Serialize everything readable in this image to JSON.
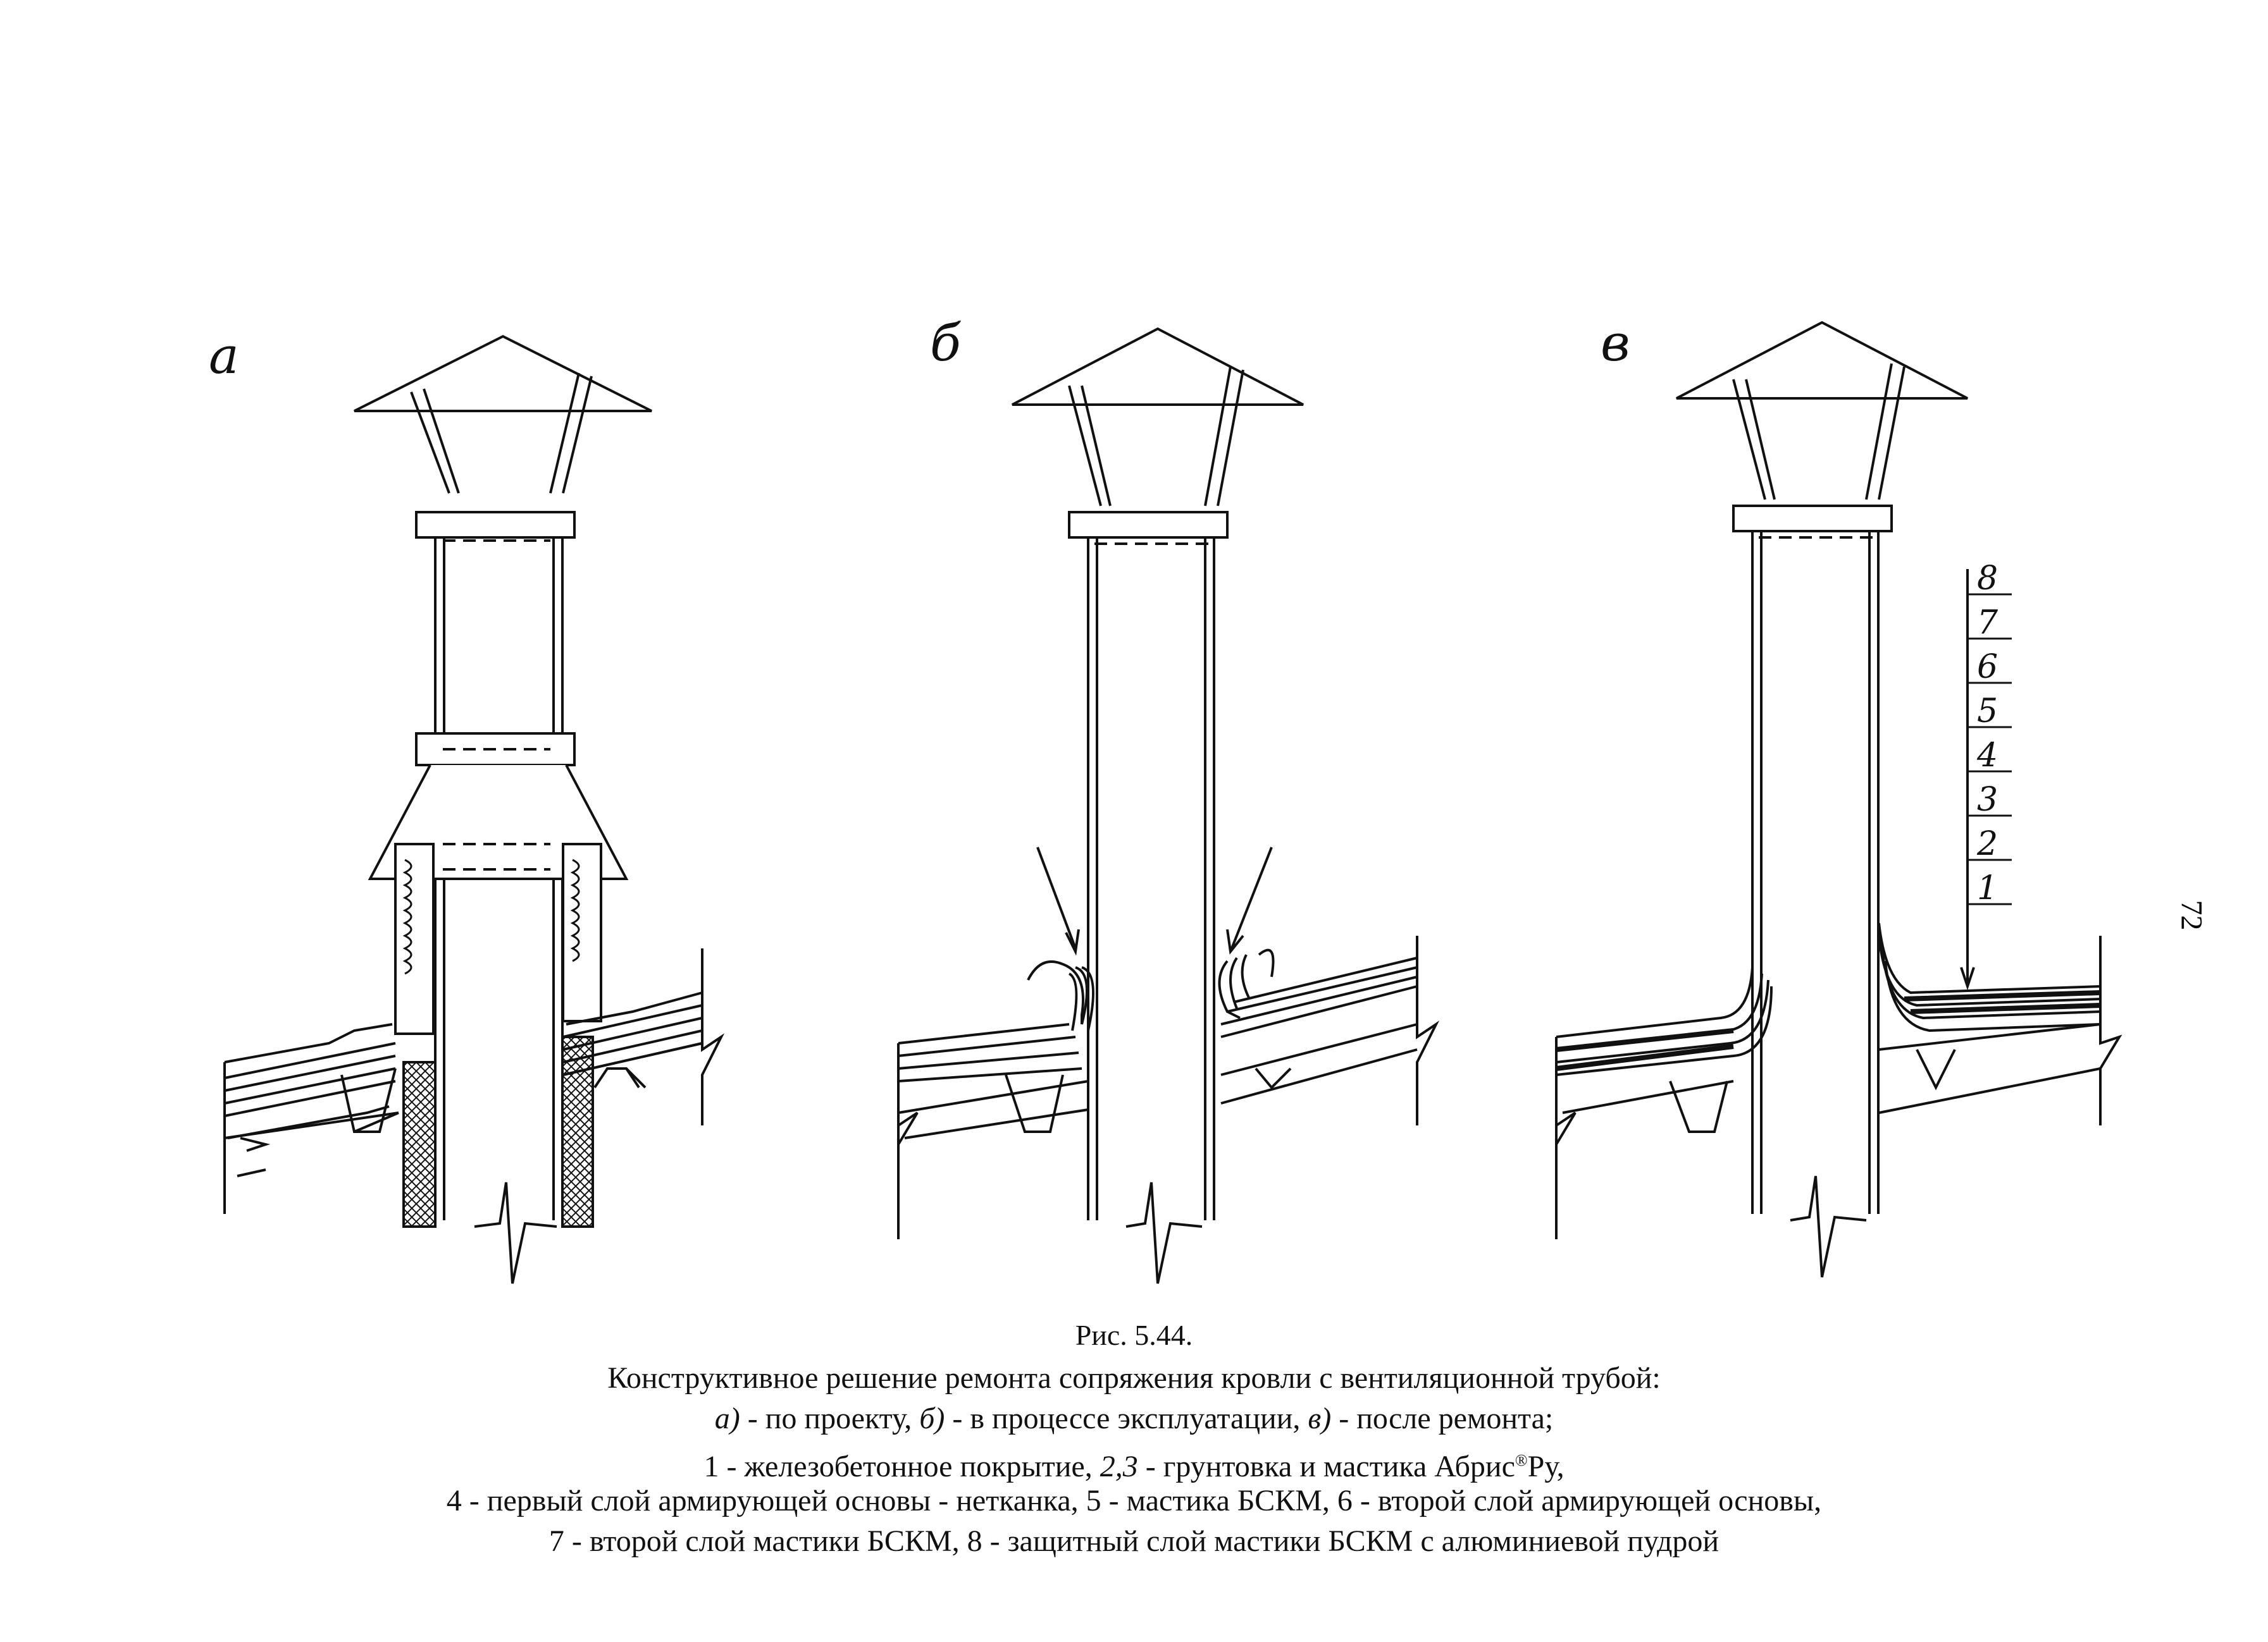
{
  "panels": [
    {
      "letter": "а"
    },
    {
      "letter": "б"
    },
    {
      "letter": "в"
    }
  ],
  "layer_numbers": [
    "8",
    "7",
    "6",
    "5",
    "4",
    "3",
    "2",
    "1"
  ],
  "page_number": "72",
  "caption": {
    "figure_number": "Рис. 5.44.",
    "title": "Конструктивное решение ремонта сопряжения кровли с вентиляционной трубой:",
    "line2": {
      "a_label": "а)",
      "a_text": " - по проекту, ",
      "b_label": "б)",
      "b_text": " - в процессе эксплуатации, ",
      "c_label": "в)",
      "c_text": " - после ремонта;"
    },
    "line3": {
      "part1": "1 - железобетонное покрытие, ",
      "part2": "2,3",
      "part3": " - грунтовка и мастика Абрис",
      "reg": "®",
      "part4": "Ру,"
    },
    "line4": "4 - первый слой армирующей основы - нетканка, 5 - мастика БСКМ, 6 - второй слой армирующей основы,",
    "line5": "7 - второй слой мастики БСКМ, 8 - защитный слой мастики БСКМ с алюминиевой пудрой"
  }
}
